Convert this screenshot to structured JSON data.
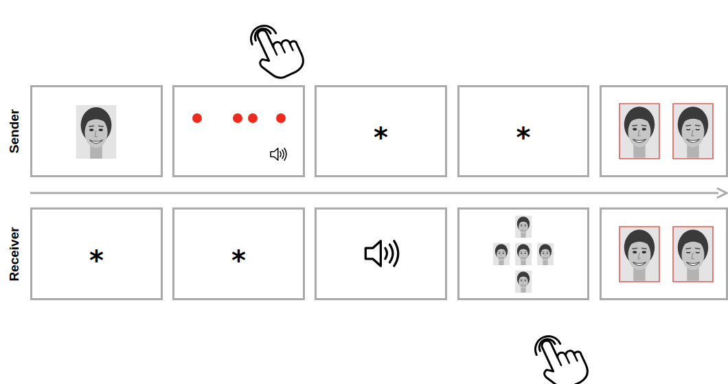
{
  "diagram": {
    "nodes": [
      {
        "text": [
          "*"
        ]
      },
      {
        "text": [
          "*"
        ]
      },
      {
        "text": [
          "*"
        ]
      },
      {
        "text": [
          "*"
        ]
      }
    ],
    "labels": [
      "Sender",
      "Receiver"
    ]
  }
}
